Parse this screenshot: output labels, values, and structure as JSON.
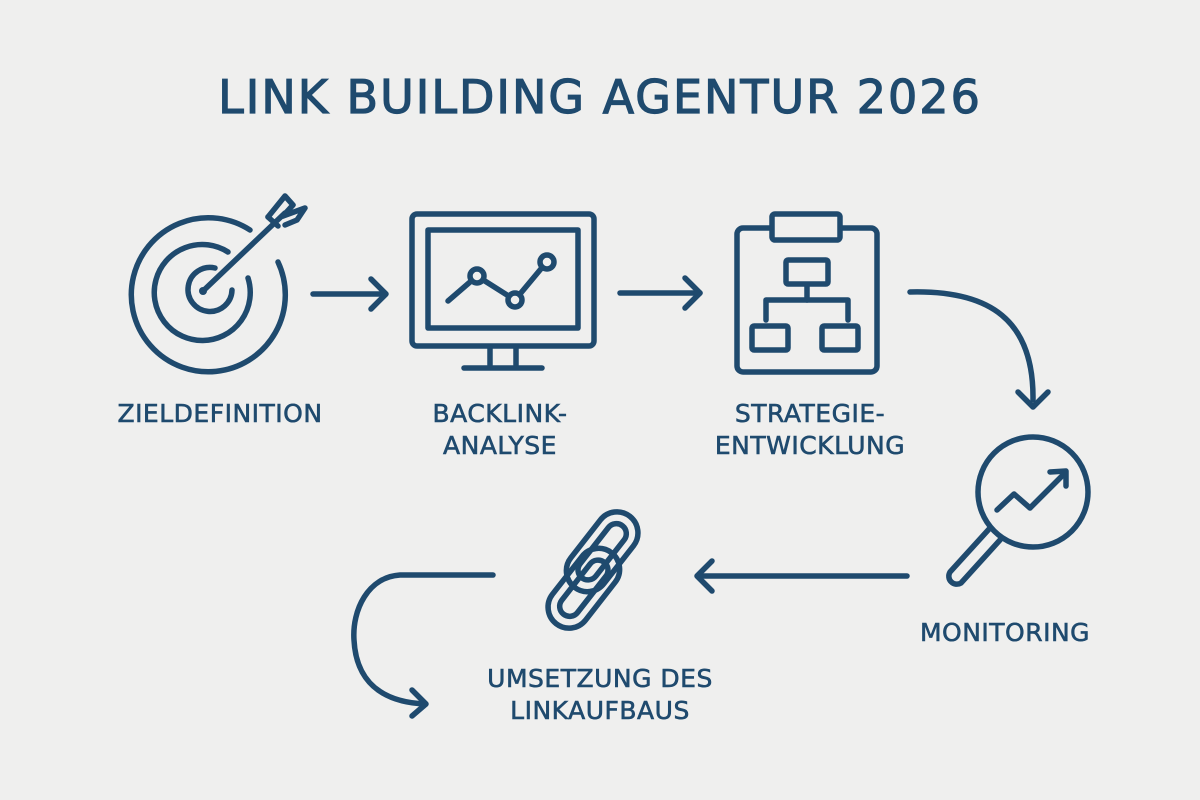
{
  "title": "LINK BUILDING AGENTUR 2026",
  "colors": {
    "background": "#efefee",
    "ink": "#1f4a6e"
  },
  "steps": [
    {
      "id": "zieldefinition",
      "icon": "target-icon",
      "label_line1": "ZIELDEFINITION",
      "label_line2": ""
    },
    {
      "id": "backlink-analyse",
      "icon": "monitor-chart-icon",
      "label_line1": "BACKLINK-",
      "label_line2": "ANALYSE"
    },
    {
      "id": "strategieentwicklung",
      "icon": "org-chart-clipboard-icon",
      "label_line1": "STRATEGIE-",
      "label_line2": "ENTWICKLUNG"
    },
    {
      "id": "monitoring",
      "icon": "magnifier-trend-icon",
      "label_line1": "MONITORING",
      "label_line2": ""
    },
    {
      "id": "umsetzung",
      "icon": "chain-link-icon",
      "label_line1": "UMSETZUNG DES",
      "label_line2": "LINKAUFBAUS"
    }
  ],
  "flow": [
    "ZIELDEFINITION → BACKLINK-ANALYSE",
    "BACKLINK-ANALYSE → STRATEGIE-ENTWICKLUNG",
    "STRATEGIE-ENTWICKLUNG → MONITORING",
    "MONITORING → UMSETZUNG DES LINKAUFBAUS",
    "UMSETZUNG DES LINKAUFBAUS → (loop)"
  ]
}
